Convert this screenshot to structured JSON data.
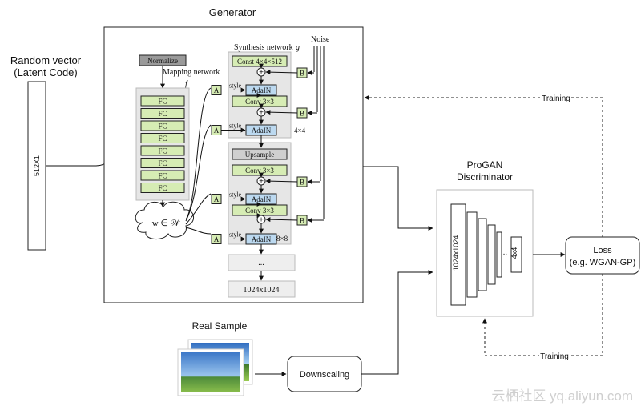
{
  "generator": {
    "title": "Generator",
    "normalize": "Normalize",
    "mapping_network": "Mapping network",
    "mapping_f": "f",
    "fc_layers": [
      "FC",
      "FC",
      "FC",
      "FC",
      "FC",
      "FC",
      "FC",
      "FC"
    ],
    "w_space": "w ∈ 𝒲",
    "synthesis": "Synthesis network",
    "synthesis_g": "g",
    "noise": "Noise",
    "const": "Const 4×4×512",
    "adain": "AdaIN",
    "conv": "Conv 3×3",
    "upsample": "Upsample",
    "style": "style",
    "res_4": "4×4",
    "res_8": "8×8",
    "ellipsis": "...",
    "output": "1024x1024",
    "a_label": "A",
    "b_label": "B",
    "plus": "+"
  },
  "random_vector": {
    "title_line1": "Random vector",
    "title_line2": "(Latent Code)",
    "size": "512X1"
  },
  "discriminator": {
    "title_line1": "ProGAN",
    "title_line2": "Discriminator",
    "input_size": "1024x1024",
    "output_size": "4x4",
    "ellipsis": "..."
  },
  "loss": {
    "line1": "Loss",
    "line2": "(e.g. WGAN-GP)"
  },
  "training_top": "Training",
  "training_bottom": "Training",
  "real_sample": "Real Sample",
  "downscaling": "Downscaling",
  "watermark": "云栖社区 yq.aliyun.com",
  "colors": {
    "fc_fill": "#d6ecb4",
    "adain_fill": "#bcd9f0",
    "panel_fill": "#e6e6e6",
    "normalize_fill": "#9a9a9a"
  }
}
